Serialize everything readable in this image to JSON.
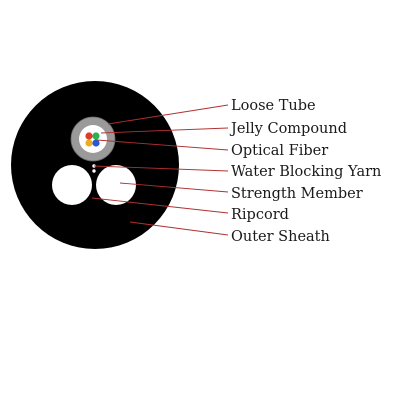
{
  "labels": {
    "loose_tube": "Loose Tube",
    "jelly_compound": "Jelly Compound",
    "optical_fiber": "Optical Fiber",
    "water_blocking_yarn": "Water Blocking Yarn",
    "strength_member": "Strength Member",
    "ripcord": "Ripcord",
    "outer_sheath": "Outer Sheath"
  },
  "colors": {
    "outer_sheath": "#000000",
    "loose_tube": "#9a9a9a",
    "jelly_compound": "#ffffff",
    "strength_member": "#ffffff",
    "leader_line": "#b03030",
    "fiber_colors": [
      "#e03a2a",
      "#2bb34a",
      "#2a56d8",
      "#e8b020"
    ]
  }
}
